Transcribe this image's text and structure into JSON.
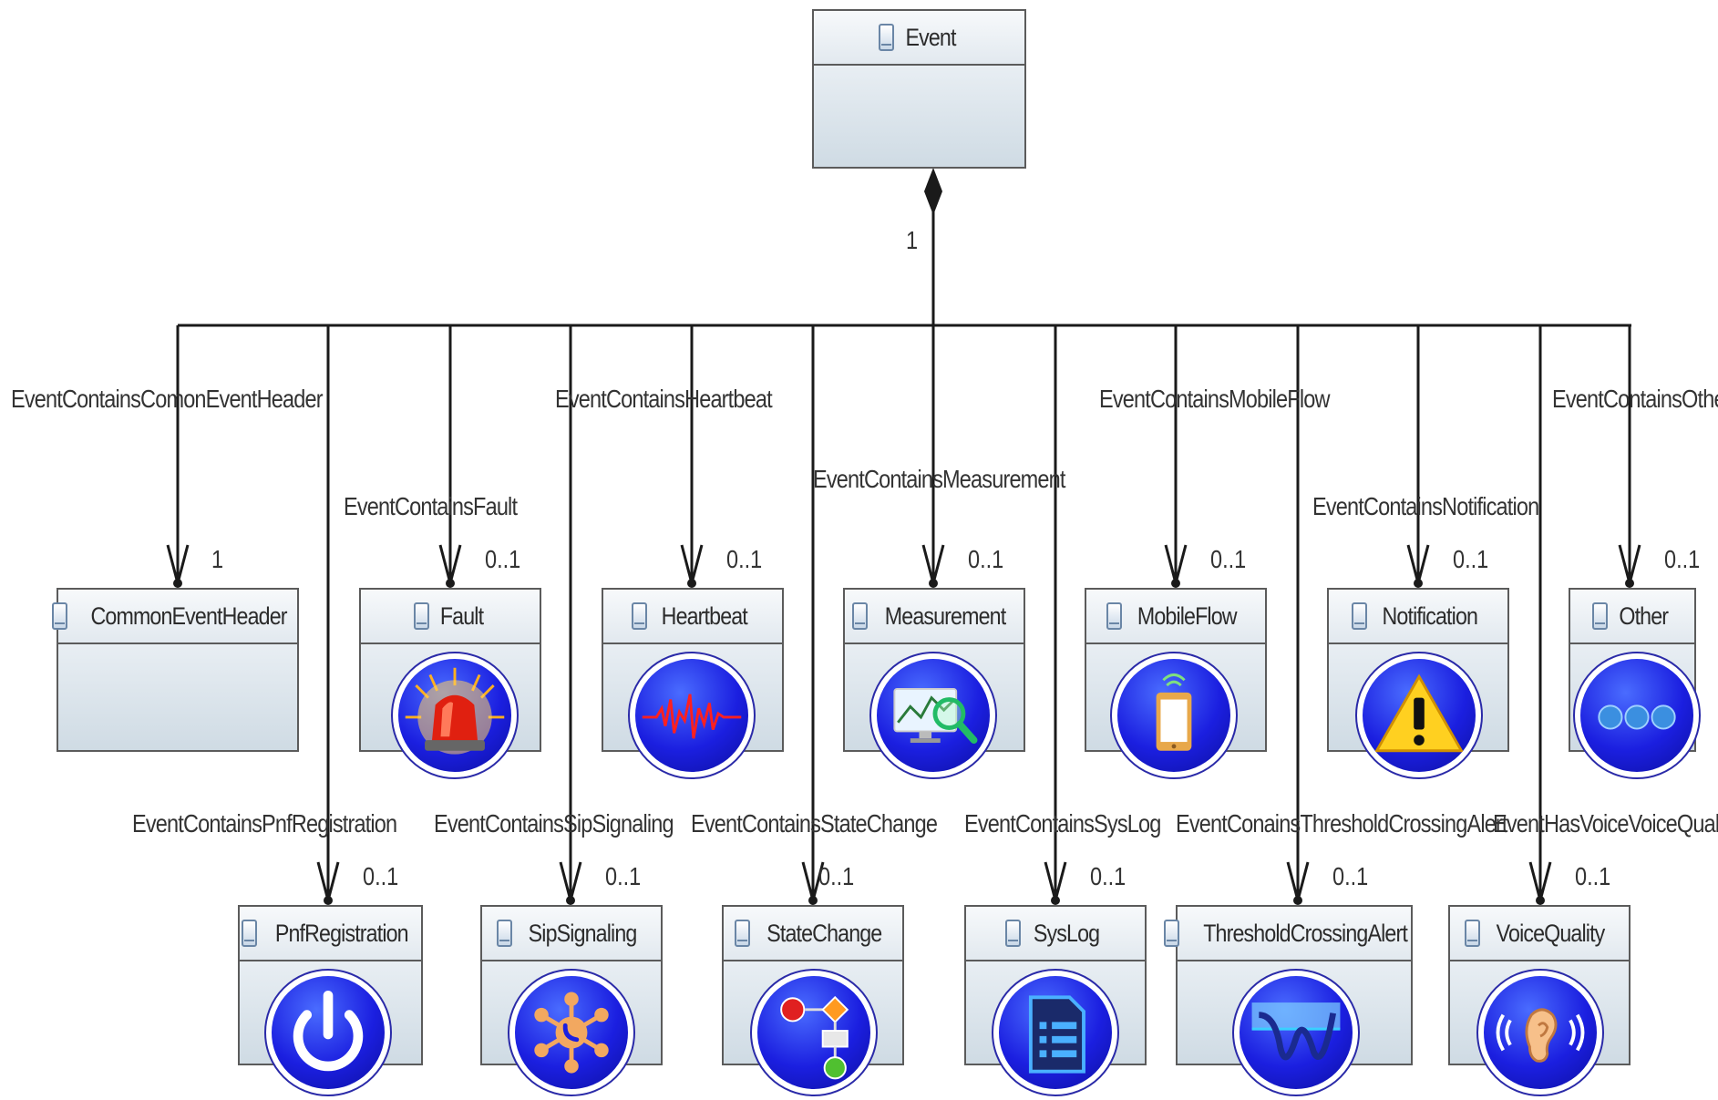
{
  "root": {
    "name": "Event",
    "multiplicity": "1"
  },
  "classes": [
    {
      "id": "common",
      "name": "CommonEventHeader",
      "assoc": "EventContainsComonEventHeader",
      "mult": "1",
      "icon": "none"
    },
    {
      "id": "fault",
      "name": "Fault",
      "assoc": "EventContainsFault",
      "mult": "0..1",
      "icon": "alarm-beacon-icon"
    },
    {
      "id": "heartbeat",
      "name": "Heartbeat",
      "assoc": "EventContainsHeartbeat",
      "mult": "0..1",
      "icon": "heartbeat-wave-icon"
    },
    {
      "id": "measurement",
      "name": "Measurement",
      "assoc": "EventContainsMeasurement",
      "mult": "0..1",
      "icon": "monitor-magnifier-icon"
    },
    {
      "id": "mobileflow",
      "name": "MobileFlow",
      "assoc": "EventContainsMobileFlow",
      "mult": "0..1",
      "icon": "mobile-phone-icon"
    },
    {
      "id": "notification",
      "name": "Notification",
      "assoc": "EventContainsNotification",
      "mult": "0..1",
      "icon": "warning-triangle-icon"
    },
    {
      "id": "other",
      "name": "Other",
      "assoc": "EventContainsOther",
      "mult": "0..1",
      "icon": "ellipsis-dots-icon"
    },
    {
      "id": "pnf",
      "name": "PnfRegistration",
      "assoc": "EventContainsPnfRegistration",
      "mult": "0..1",
      "icon": "power-icon"
    },
    {
      "id": "sip",
      "name": "SipSignaling",
      "assoc": "EventContainsSipSignaling",
      "mult": "0..1",
      "icon": "network-phone-icon"
    },
    {
      "id": "state",
      "name": "StateChange",
      "assoc": "EventContainsStateChange",
      "mult": "0..1",
      "icon": "flowchart-icon"
    },
    {
      "id": "syslog",
      "name": "SysLog",
      "assoc": "EventContainsSysLog",
      "mult": "0..1",
      "icon": "document-list-icon"
    },
    {
      "id": "tca",
      "name": "ThresholdCrossingAlert",
      "assoc": "EventConainsThresholdCrossingAlert",
      "mult": "0..1",
      "icon": "threshold-wave-icon"
    },
    {
      "id": "voice",
      "name": "VoiceQuality",
      "assoc": "EventHasVoiceVoiceQuality",
      "mult": "0..1",
      "icon": "ear-sound-icon"
    }
  ],
  "colors": {
    "line": "#1a1a1a",
    "badge": "#1b1fe0",
    "badgeBorder": "#2a2aa8"
  }
}
